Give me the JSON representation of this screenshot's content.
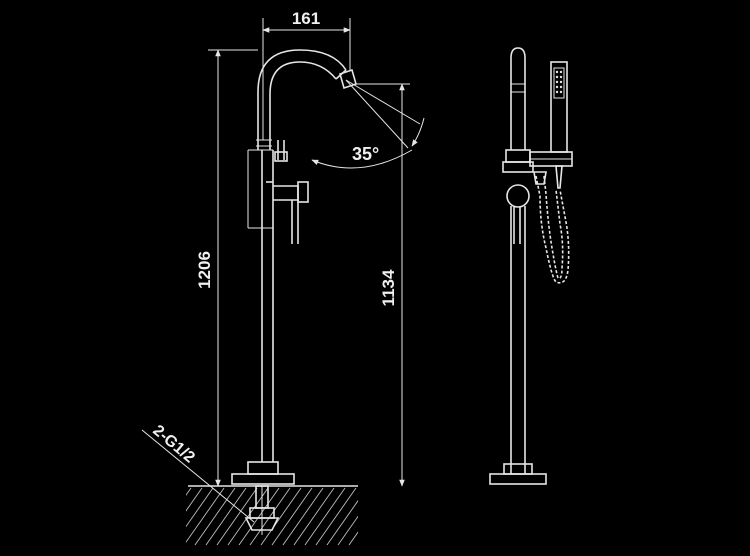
{
  "drawing": {
    "dimensions": {
      "spout_reach": "161",
      "spout_angle": "35°",
      "overall_height": "1206",
      "spout_height": "1134",
      "inlet": "2-G1/2"
    }
  }
}
